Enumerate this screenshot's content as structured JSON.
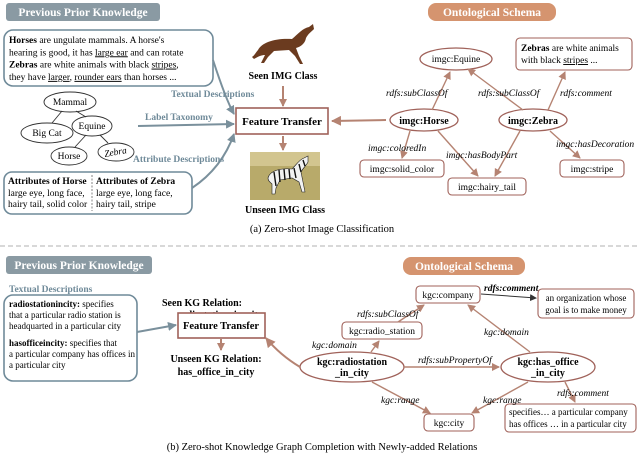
{
  "panel_a": {
    "prev_header": "Previous Prior Knowledge",
    "onto_header": "Ontological Schema",
    "horse_text": [
      [
        {
          "t": "Horses",
          "b": true
        },
        {
          "t": " are ungulate mammals. A horse's"
        }
      ],
      [
        {
          "t": "hearing is good, it has "
        },
        {
          "t": "large ear",
          "u": true
        },
        {
          "t": " and can rotate"
        }
      ],
      [
        {
          "t": "Zebras",
          "b": true
        },
        {
          "t": " are white animals with black "
        },
        {
          "t": "stripes",
          "u": true
        },
        {
          "t": ","
        }
      ],
      [
        {
          "t": "they have "
        },
        {
          "t": "larger",
          "u": true
        },
        {
          "t": ", "
        },
        {
          "t": "rounder ears",
          "u": true
        },
        {
          "t": " than horses ..."
        }
      ]
    ],
    "taxonomy": {
      "mammal": "Mammal",
      "bigcat": "Big Cat",
      "equine": "Equine",
      "horse": "Horse",
      "zebra": "Zebra"
    },
    "label_textual": "Textual Descriptions",
    "label_taxonomy": "Label Taxonomy",
    "label_attribute": "Attribute Descriptions",
    "attr_horse_title": "Attributes of Horse",
    "attr_horse_lines": [
      "large eye, long face,",
      "hairy tail, solid color"
    ],
    "attr_zebra_title": "Attributes of Zebra",
    "attr_zebra_lines": [
      "large eye, long face,",
      "hairy tail, stripe"
    ],
    "seen_label": "Seen IMG Class",
    "unseen_label": "Unseen IMG Class",
    "feature_transfer": "Feature Transfer",
    "onto": {
      "equine": "imgc:Equine",
      "zebra_desc": [
        [
          {
            "t": "Zebras",
            "b": true
          },
          {
            "t": " are white animals"
          }
        ],
        [
          {
            "t": "with black "
          },
          {
            "t": "stripes",
            "u": true
          },
          {
            "t": " ..."
          }
        ]
      ],
      "subclass1": "rdfs:subClassOf",
      "subclass2": "rdfs:subClassOf",
      "comment": "rdfs:comment",
      "horse": "imgc:Horse",
      "zebra": "imgc:Zebra",
      "colored_in": "imgc:coloredIn",
      "has_body_part": "imgc:hasBodyPart",
      "has_decoration": "imgc:hasDecoration",
      "solid_color": "imgc:solid_color",
      "hairy_tail": "imgc:hairy_tail",
      "stripe": "imgc:stripe"
    },
    "caption": "(a)  Zero-shot Image Classification"
  },
  "panel_b": {
    "prev_header": "Previous Prior Knowledge",
    "onto_header": "Ontological Schema",
    "textual_desc_label": "Textual Descriptions",
    "desc1": [
      [
        {
          "t": "radiostationincity:",
          "b": true
        },
        {
          "t": " specifies"
        }
      ],
      [
        {
          "t": "that a particular radio station is"
        }
      ],
      [
        {
          "t": "headquarted in a particular city"
        }
      ]
    ],
    "desc2": [
      [
        {
          "t": "hasofficeincity:",
          "b": true
        },
        {
          "t": " specifies that"
        }
      ],
      [
        {
          "t": "a particular company has offices in"
        }
      ],
      [
        {
          "t": "a particular  city"
        }
      ]
    ],
    "seen_label_1": "Seen KG Relation:",
    "seen_label_2": "radiostation_in_city",
    "unseen_label_1": "Unseen KG Relation:",
    "unseen_label_2": "has_office_in_city",
    "feature_transfer": "Feature Transfer",
    "onto": {
      "company": "kgc:company",
      "comment_top": "rdfs:comment",
      "company_desc": [
        "an organization whose",
        "goal is to make money"
      ],
      "subclass": "rdfs:subClassOf",
      "radio_station": "kgc:radio_station",
      "domain1": "kgc:domain",
      "domain2": "kgc:domain",
      "radiostation_in_city_1": "kgc:radiostation",
      "radiostation_in_city_2": "_in_city",
      "sub_property": "rdfs:subPropertyOf",
      "has_office_1": "kgc:has_office",
      "has_office_2": "_in_city",
      "comment_bottom": "rdfs:comment",
      "range1": "kgc:range",
      "range2": "kgc:range",
      "city": "kgc:city",
      "specifies": [
        "specifies… a particular company",
        "has offices … in a particular city"
      ]
    },
    "caption": "(b)  Zero-shot Knowledge Graph Completion with Newly-added Relations"
  },
  "colors": {
    "header_gray": "#8a9aa3",
    "header_orange": "#d5946f",
    "node_stroke": "#a0625a",
    "arrow_brown": "#b58372",
    "arrow_blue": "#7a909c",
    "label_blue": "#6f8a99",
    "panel_border": "#6f8a99"
  },
  "icons": [
    "horse-photo-icon",
    "zebra-photo-icon"
  ]
}
